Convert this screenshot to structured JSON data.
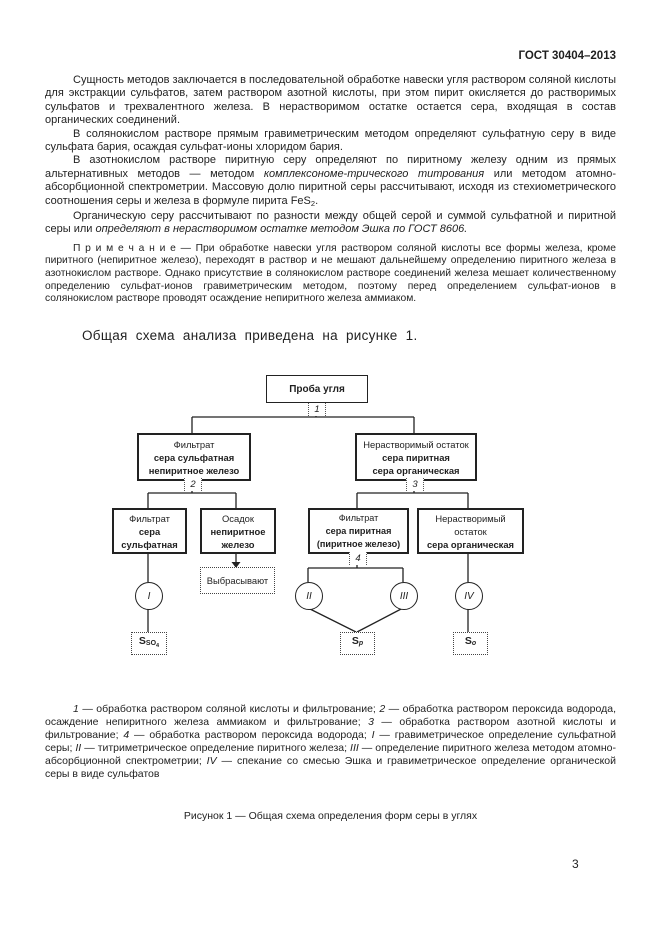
{
  "colors": {
    "background": "#ffffff",
    "text": "#1f1f1f",
    "line": "#222222"
  },
  "header": {
    "doc_code": "ГОСТ 30404–2013"
  },
  "body": {
    "p1": "Сущность методов заключается в последовательной обработке навески угля раствором соляной кислоты для экстракции сульфатов, затем раствором азотной кислоты, при этом пирит окисляется до растворимых сульфатов и трехвалентного железа. В нерастворимом остатке остается сера, входящая в состав органических соединений.",
    "p2": "В солянокислом растворе прямым гравиметрическим методом определяют сульфатную серу в виде сульфата бария, осаждая сульфат-ионы хлоридом бария.",
    "p3": {
      "a": "В азотнокислом растворе пиритную серу определяют по пиритному железу одним из прямых альтернативных методов — методом ",
      "b_italic": "комплексономе-трического титрования",
      "c": " или методом атомно-абсорбционной спектрометрии. Массовую долю пиритной серы рассчитывают, исходя из стехиометрического соотношения серы и железа в формуле пирита FeS",
      "sub": "2",
      "d": "."
    },
    "p4": {
      "a": "Органическую серу рассчитывают по разности между общей серой и суммой сульфатной и пиритной серы или ",
      "b_italic": "определяют в нерастворимом остатке методом Эшка по ГОСТ 8606."
    },
    "note": {
      "label": "П р и м е ч а н и е",
      "dash": " — ",
      "text": "При обработке навески угля раствором соляной кислоты все формы железа, кроме пиритного (непиритное железо), переходят в раствор и не мешают дальнейшему определению пиритного железа в азотнокислом растворе. Однако присутствие в солянокислом растворе соединений железа мешает количественному определению сульфат-ионов гравиметрическим методом, поэтому перед определением сульфат-ионов в солянокислом растворе проводят осаждение непиритного железа аммиаком."
    },
    "schema_intro": "Общая схема анализа приведена на рисунке 1."
  },
  "diagram": {
    "coal_sample": "Проба угля",
    "step_labels": {
      "s1": "1",
      "s2": "2",
      "s3": "3",
      "s4": "4"
    },
    "filtrate_main": {
      "line1": "Фильтрат",
      "line2": "сера сульфатная",
      "line3": "непиритное железо"
    },
    "residue_main": {
      "line1": "Нерастворимый остаток",
      "line2": "сера пиритная",
      "line3": "сера органическая"
    },
    "filtrate_sulfate": {
      "line1": "Фильтрат",
      "line2": "сера",
      "line3": "сульфатная"
    },
    "precipitate": {
      "line1": "Осадок",
      "line2": "непиритное",
      "line3": "железо"
    },
    "discard": "Выбрасывают",
    "filtrate_pyrite": {
      "line1": "Фильтрат",
      "line2": "сера пиритная",
      "line3": "(пиритное железо)"
    },
    "residue_organic": {
      "line1": "Нерастворимый",
      "line2": "остаток",
      "line3": "сера органическая"
    },
    "method_circles": {
      "m1": "I",
      "m2": "II",
      "m3": "III",
      "m4": "IV"
    },
    "result_sulfate": {
      "symbol": "S",
      "sub": "SO",
      "subsub": "4"
    },
    "result_pyrite": {
      "symbol": "S",
      "sub": "p"
    },
    "result_organic": {
      "symbol": "S",
      "sub": "o"
    }
  },
  "legend": {
    "items": [
      {
        "marker": "1",
        "text": " — обработка раствором соляной кислоты и фильтрование; "
      },
      {
        "marker": "2",
        "text": " — обработка раствором пероксида водорода, осаждение непиритного железа аммиаком и фильтрование; "
      },
      {
        "marker": "3",
        "text": " — обработка раствором азотной кислоты и фильтрование; "
      },
      {
        "marker": "4",
        "text": " — обработка раствором пероксида водорода; "
      },
      {
        "marker": "I",
        "text": " — гравиметрическое определение сульфатной серы; "
      },
      {
        "marker": "II",
        "text": " — титриметрическое определение пиритного железа; "
      },
      {
        "marker": "III",
        "text": " — определение пиритного железа методом атомно-абсорбционной спектрометрии; "
      },
      {
        "marker": "IV",
        "text": " — спекание со смесью Эшка и гравиметрическое определение органической серы в виде сульфатов"
      }
    ]
  },
  "caption": "Рисунок 1 — Общая схема определения форм серы в углях",
  "page_number": "3"
}
